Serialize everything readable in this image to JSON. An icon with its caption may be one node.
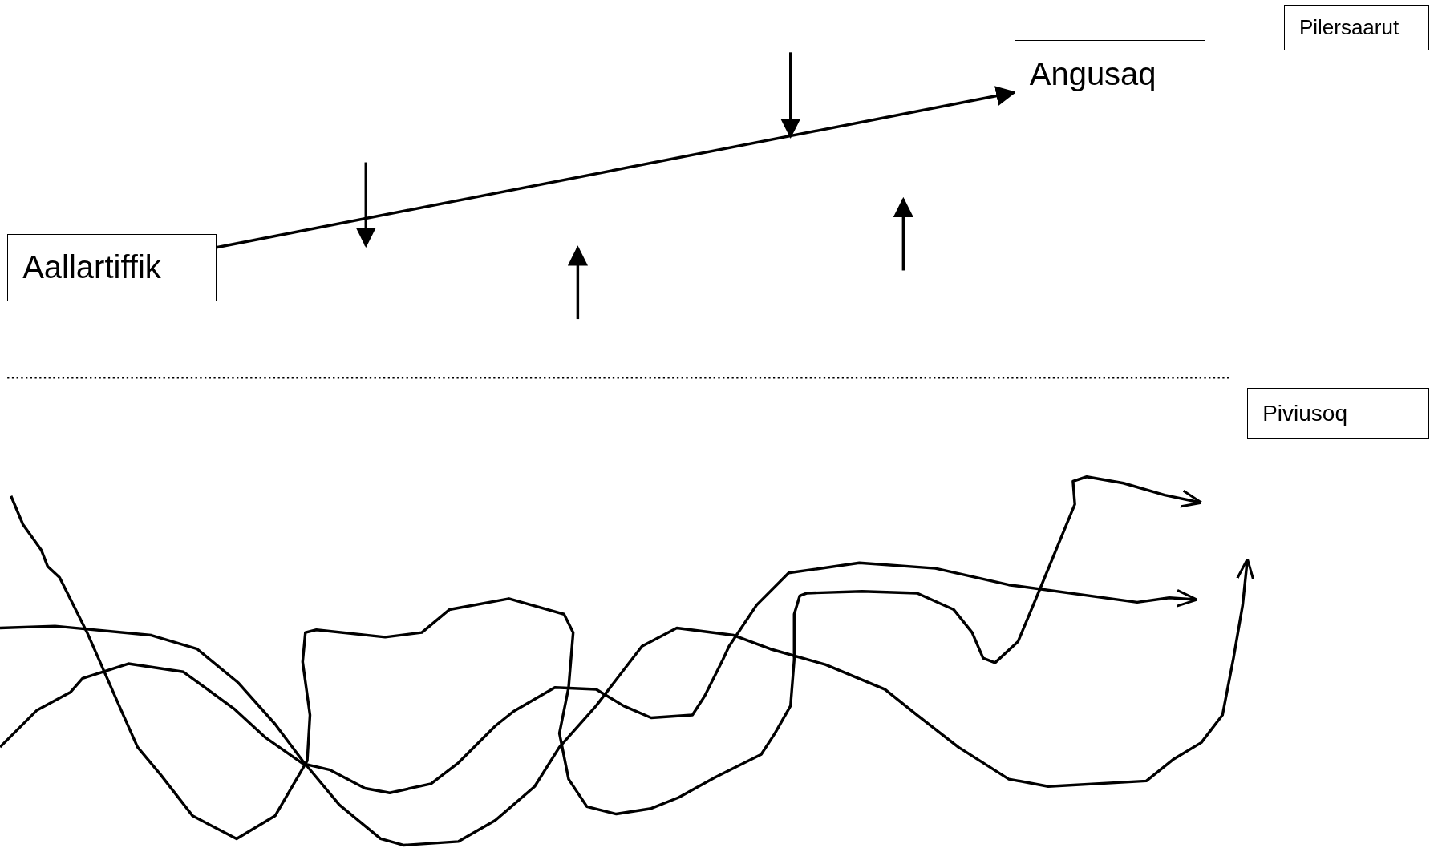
{
  "diagram": {
    "nodes": [
      {
        "text": [
          "Aallartiffik"
        ]
      },
      {
        "text": [
          "Angusaq"
        ]
      },
      {
        "text": [
          "Pilersaarut"
        ]
      },
      {
        "text": [
          "Piviusoq"
        ]
      }
    ],
    "edges": [
      {
        "from": 0,
        "to": 1,
        "arrow": "to"
      }
    ]
  }
}
